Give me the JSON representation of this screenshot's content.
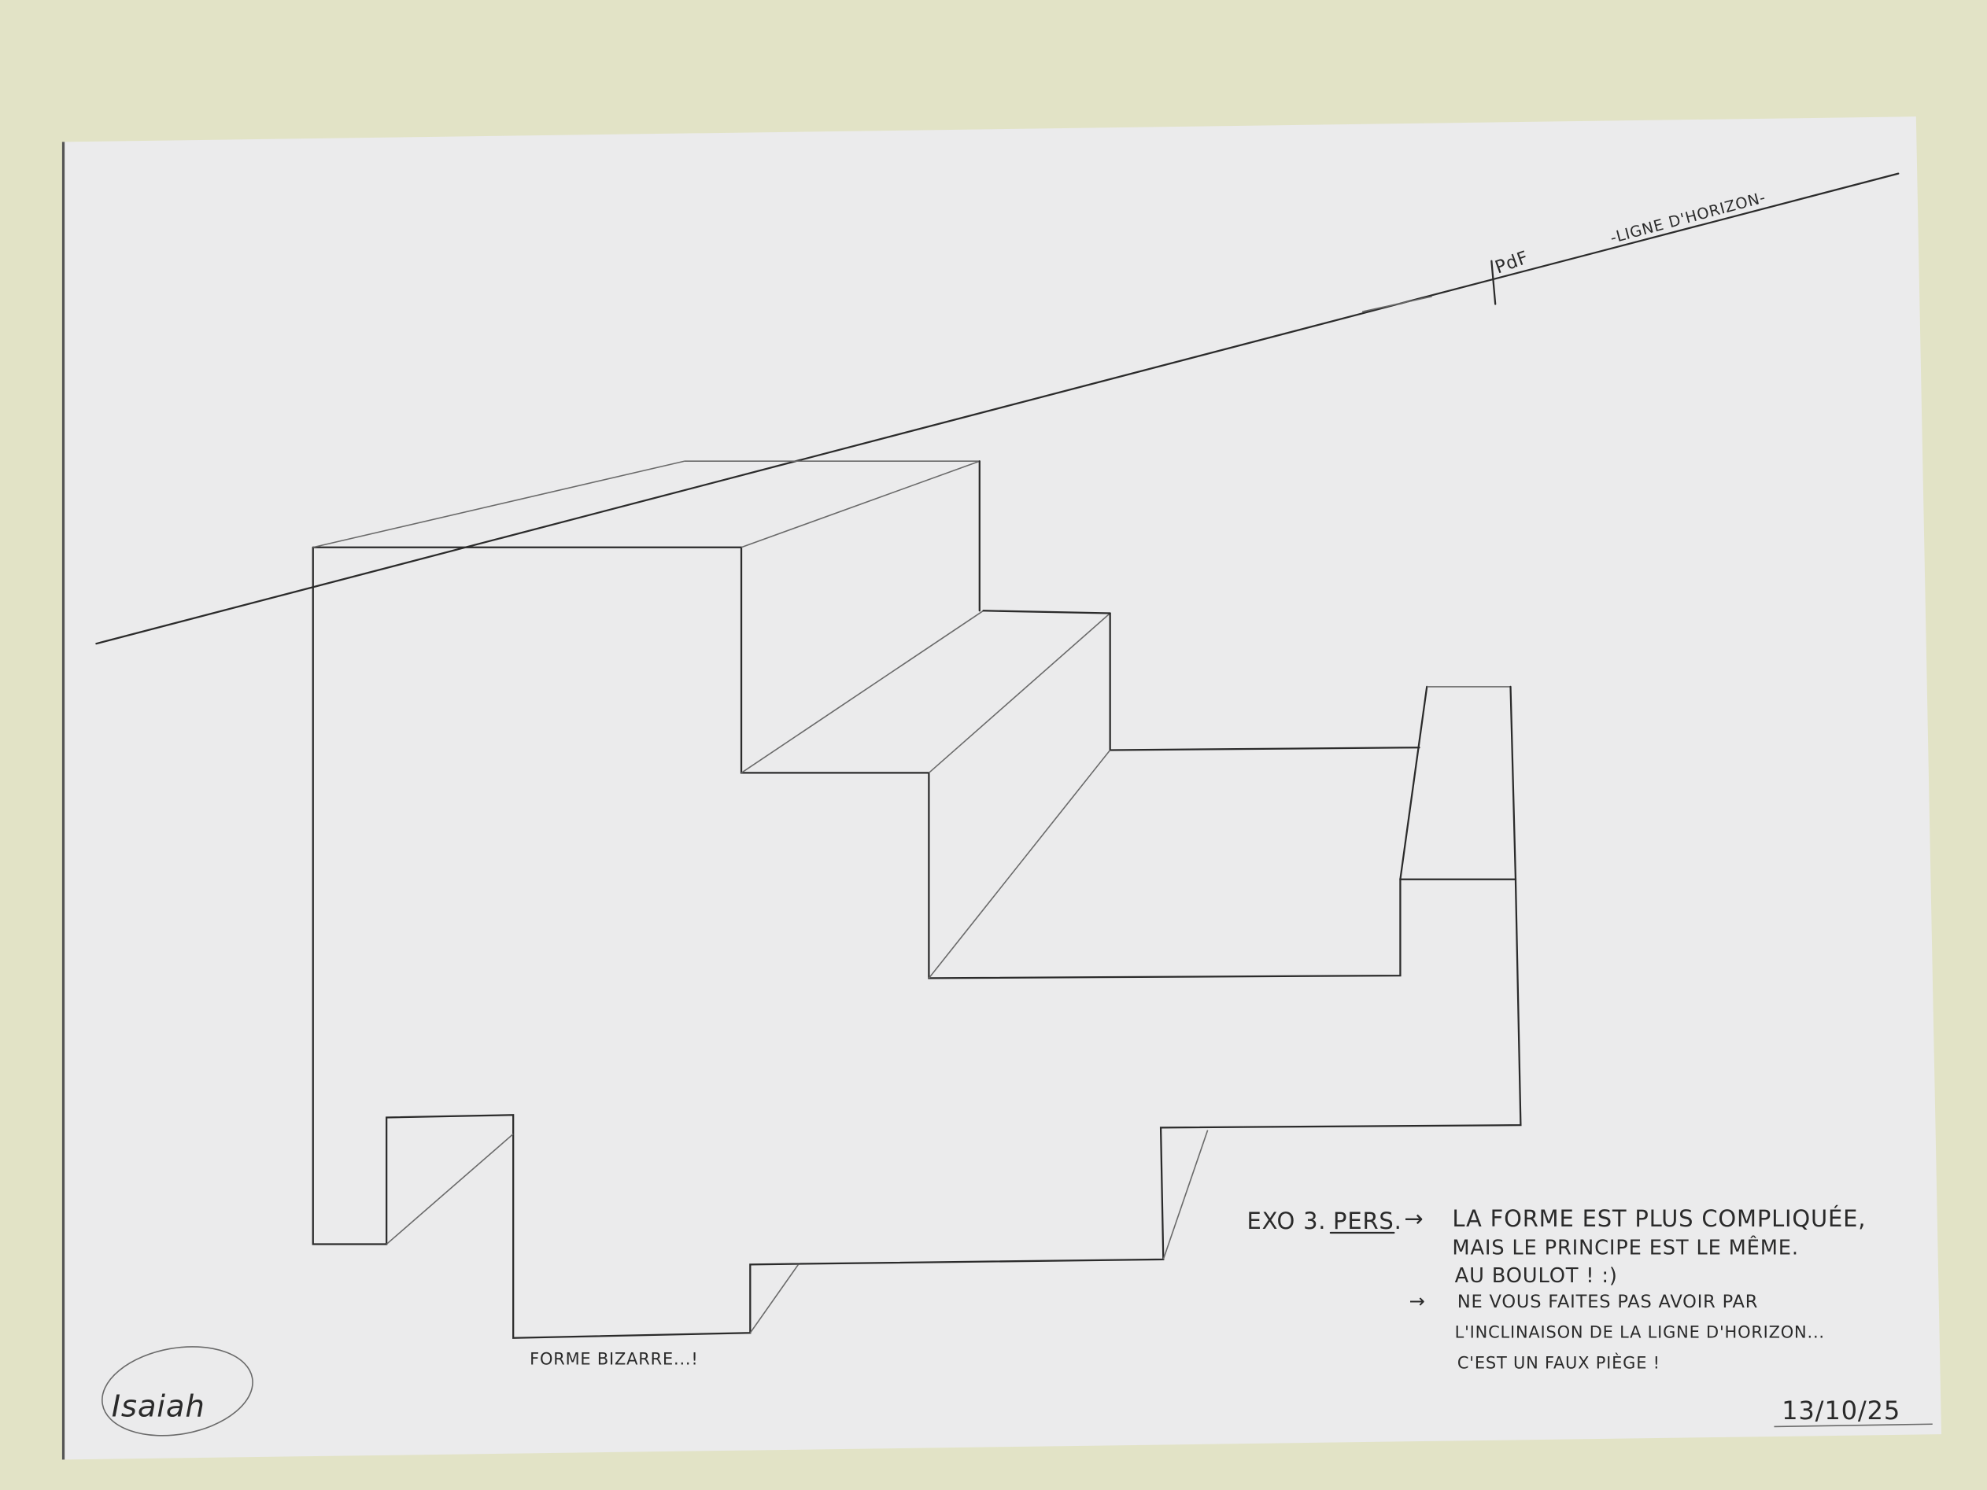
{
  "horizon": {
    "label": "-LIGNE D'HORIZON-",
    "vanishing_point_label": "PdF"
  },
  "shape_caption": "FORME BIZARRE...!",
  "notes": {
    "title": "EXO 3.",
    "subject": "PERS.",
    "lines": [
      "LA FORME EST PLUS COMPLIQUÉE,",
      "MAIS LE PRINCIPE EST LE MÊME.",
      "AU BOULOT ! :)",
      "NE VOUS FAITES PAS AVOIR PAR",
      "L'INCLINAISON DE LA LIGNE D'HORIZON...",
      "C'EST UN FAUX PIÈGE !"
    ],
    "arrow": "→"
  },
  "signature": "Isaiah",
  "date": "13/10/25",
  "colors": {
    "background": "#e2e3c6",
    "paper": "#ebebec",
    "ink": "#2b2b2b"
  }
}
